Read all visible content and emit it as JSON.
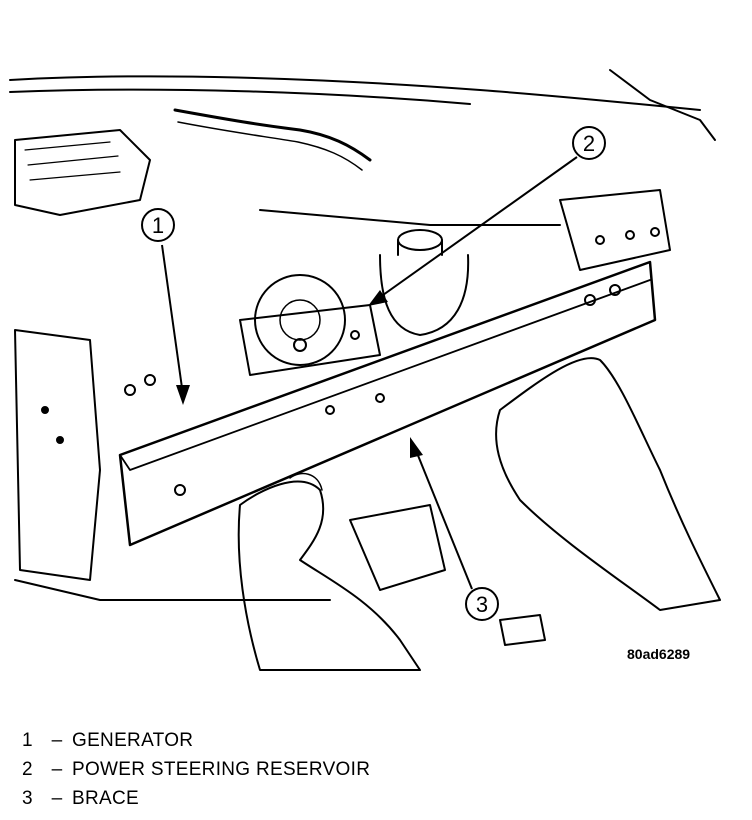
{
  "callouts": [
    {
      "number": "1",
      "label": "GENERATOR"
    },
    {
      "number": "2",
      "label": "POWER STEERING RESERVOIR"
    },
    {
      "number": "3",
      "label": "BRACE"
    }
  ],
  "figure_code": "80ad6289",
  "legend_separator": "–"
}
